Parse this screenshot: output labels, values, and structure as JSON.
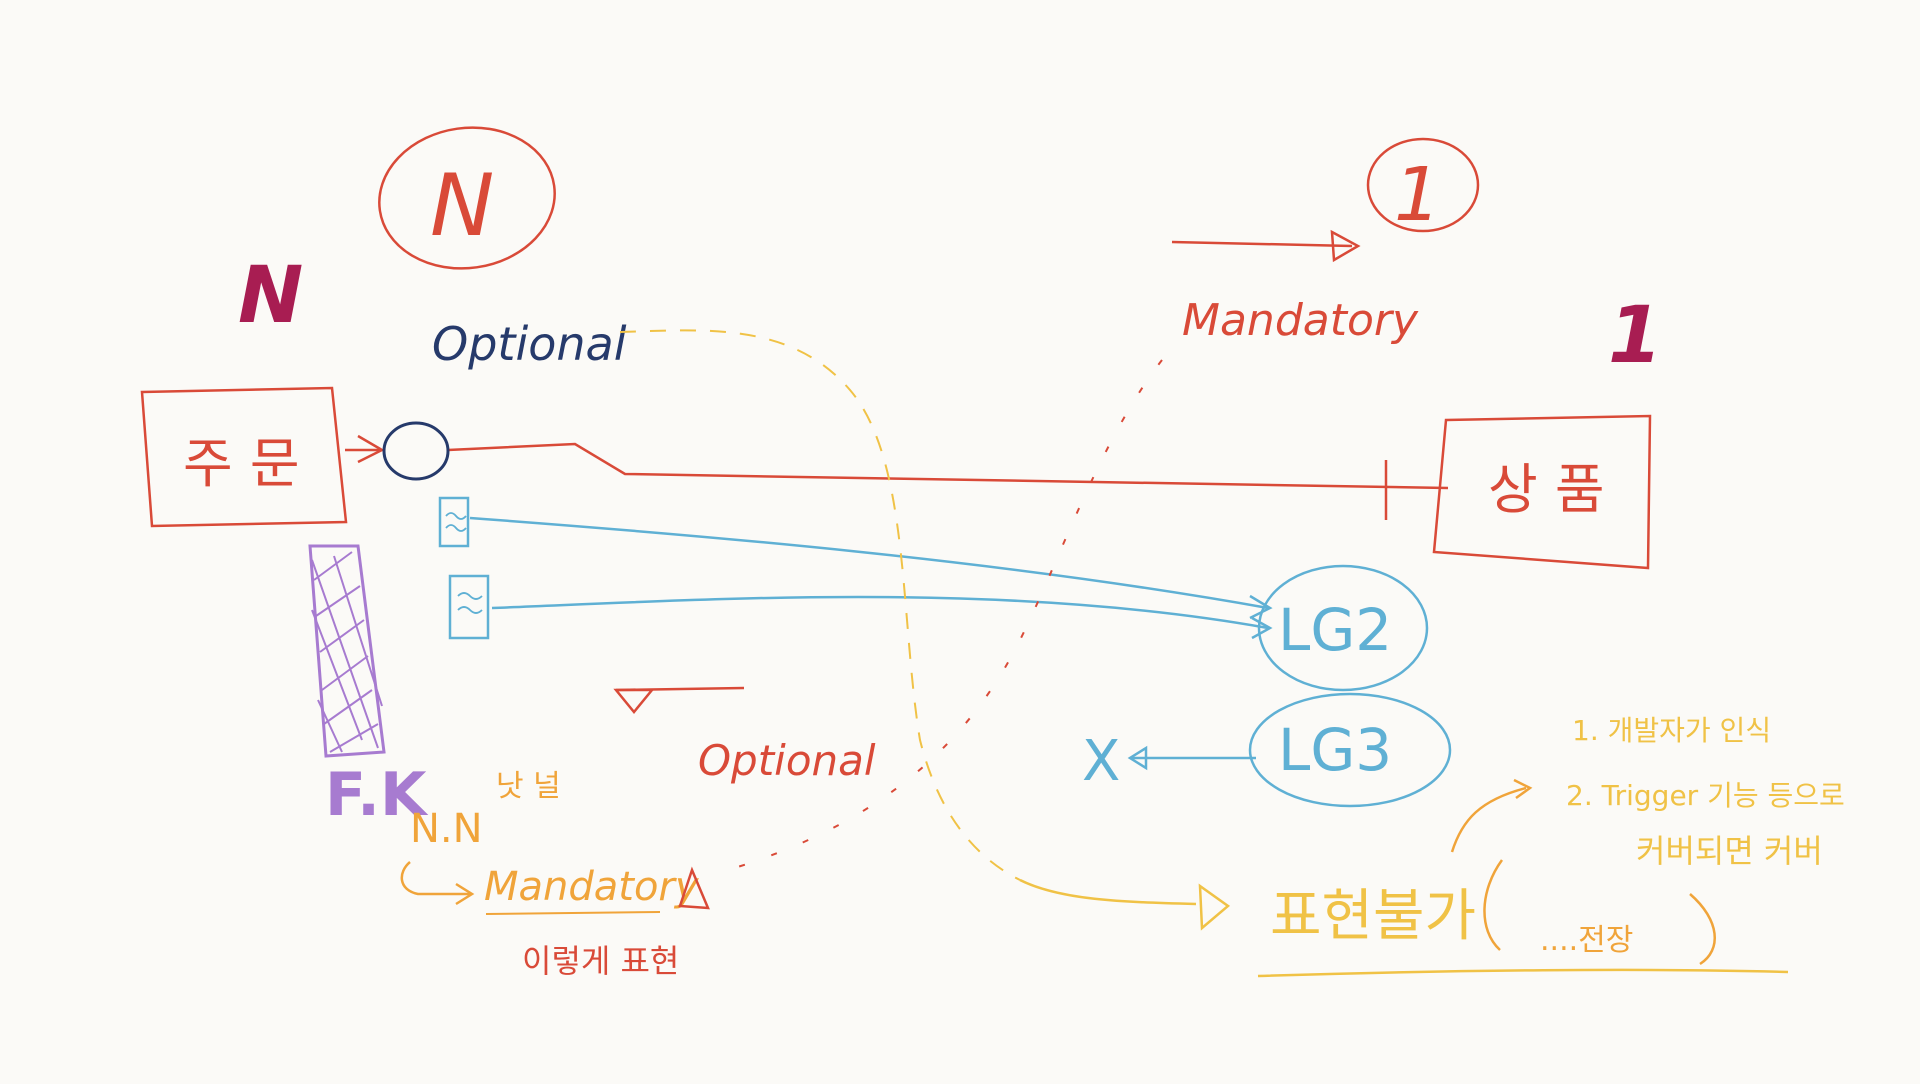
{
  "colors": {
    "red": "#d94a38",
    "navy": "#263a6b",
    "blue": "#5fb0d4",
    "yellow": "#f0c246",
    "orange": "#f0a43a",
    "purple": "#a77bd0",
    "crimson": "#a81d52"
  },
  "entities": {
    "order": "주 문",
    "product": "상 품",
    "lg2": "LG2",
    "lg3": "LG3"
  },
  "labels": {
    "n_italic": "N",
    "n_circled": "N",
    "one_circled": "1",
    "one_italic": "1",
    "optional_top": "Optional",
    "mandatory_top": "Mandatory",
    "optional_bottom": "Optional",
    "fk": "F.K",
    "nn": "N.N",
    "nn_note": "낫 널",
    "mandatory_bottom": "Mandatory",
    "express_like_this": "이렇게 표현",
    "cannot_express": "표현불가",
    "etc_note": "....전장",
    "x_mark": "X"
  },
  "notes": {
    "line1": "1. 개발자가 인식",
    "line2": "2. Trigger 기능 등으로",
    "line3": "커버되면 커버"
  }
}
